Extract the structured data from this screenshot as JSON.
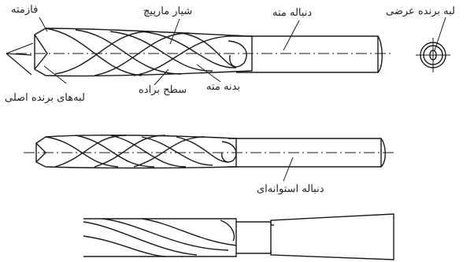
{
  "labels": {
    "fazmeh": "فازمته",
    "shiyar": "شیار مارپیچ",
    "donbaleh": "دنباله مته",
    "lab_arzi": "لبه برنده عرضی",
    "satah": "سطح براده",
    "badaneh": "بدنه مته",
    "lab_asli": "لبه‌های برنده اصلی",
    "donbaleh_ostovaneh": "دنباله استوانه‌ای"
  },
  "colors": {
    "line": "#1a1a1a",
    "background": "#ffffff"
  }
}
